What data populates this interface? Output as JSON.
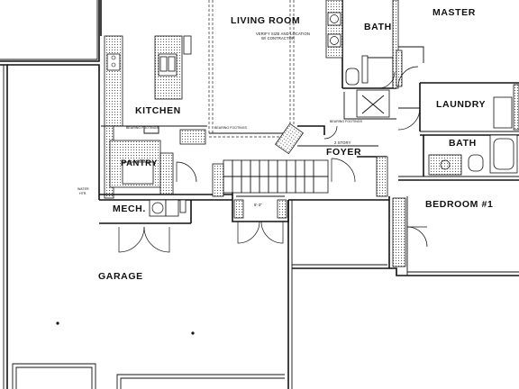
{
  "rooms": {
    "living_room": "LIVING ROOM",
    "master": "MASTER",
    "bath_upper": "BATH",
    "kitchen": "KITCHEN",
    "laundry": "LAUNDRY",
    "bath_lower": "BATH",
    "pantry": "PANTRY",
    "foyer": "FOYER",
    "mech": "MECH.",
    "bedroom": "BEDROOM #1",
    "garage": "GARAGE"
  },
  "notes": {
    "verify_line1": "VERIFY SIZE AND LOCATION",
    "verify_line2": "W/ CONTRACTOR",
    "two_story": "2 STORY",
    "bearing_footings_1": "BEARING FOOTINGS",
    "bearing_footings_2": "BEARING FOOTINGS",
    "bearing_footings_3": "BEARING FOOTINGS",
    "water_line1": "WATER",
    "water_line2": "HTR.",
    "dimension": "6'-3\""
  }
}
